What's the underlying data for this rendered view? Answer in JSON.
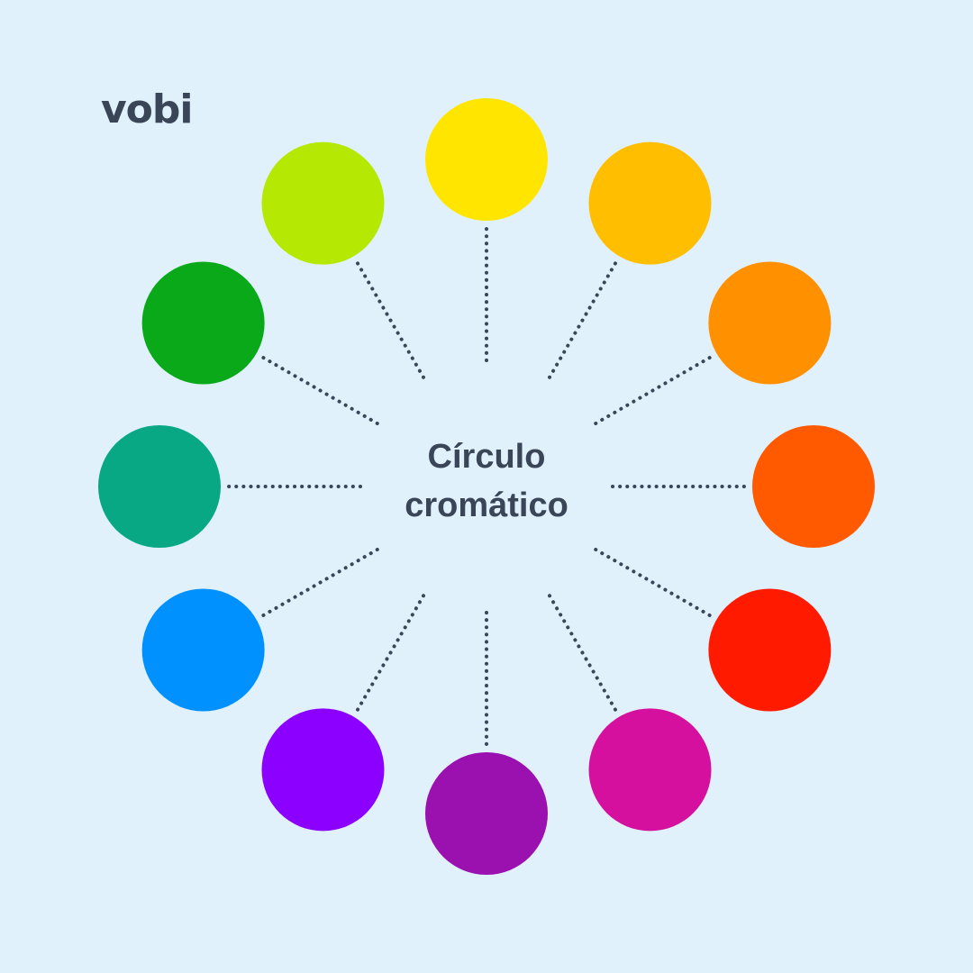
{
  "brand": {
    "logo_text": "vobi",
    "text_color": "#3A4558",
    "background": "#E0F1FC"
  },
  "diagram": {
    "center_line1": "Círculo",
    "center_line2": "cromático",
    "connector_color": "#3A4558",
    "colors": [
      {
        "name": "yellow",
        "hex": "#FFE500"
      },
      {
        "name": "yellow-orange",
        "hex": "#FFBE00"
      },
      {
        "name": "orange",
        "hex": "#FF9000"
      },
      {
        "name": "red-orange",
        "hex": "#FF5A00"
      },
      {
        "name": "red",
        "hex": "#FF1A00"
      },
      {
        "name": "magenta",
        "hex": "#D5109E"
      },
      {
        "name": "purple",
        "hex": "#9B11B0"
      },
      {
        "name": "violet",
        "hex": "#8C00FF"
      },
      {
        "name": "blue",
        "hex": "#0091FF"
      },
      {
        "name": "teal",
        "hex": "#08A884"
      },
      {
        "name": "green",
        "hex": "#0AA919"
      },
      {
        "name": "yellow-green",
        "hex": "#B5E802"
      }
    ]
  }
}
